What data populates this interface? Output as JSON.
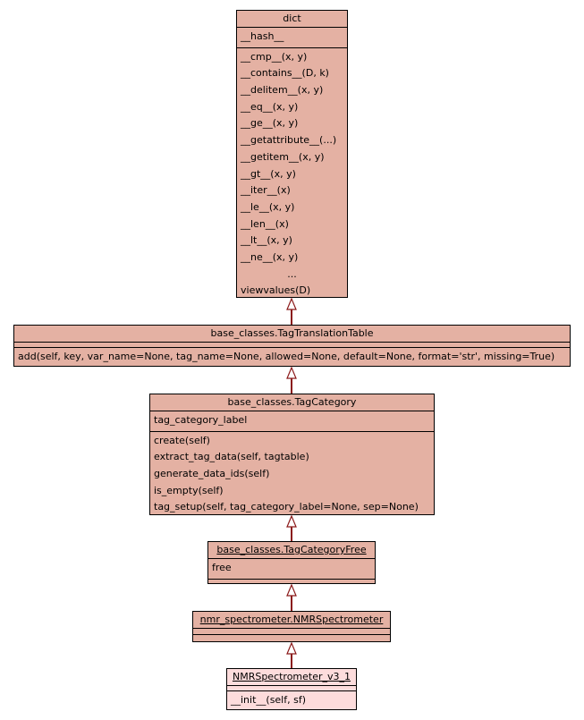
{
  "classes": {
    "dict": {
      "name": "dict",
      "attributes": [
        "__hash__"
      ],
      "operations": [
        "__cmp__(x, y)",
        "__contains__(D, k)",
        "__delitem__(x, y)",
        "__eq__(x, y)",
        "__ge__(x, y)",
        "__getattribute__(...)",
        "__getitem__(x, y)",
        "__gt__(x, y)",
        "__iter__(x)",
        "__le__(x, y)",
        "__len__(x)",
        "__lt__(x, y)",
        "__ne__(x, y)",
        "...",
        "viewvalues(D)"
      ]
    },
    "tag_translation_table": {
      "name": "base_classes.TagTranslationTable",
      "attributes": [],
      "operations": [
        "add(self, key, var_name=None, tag_name=None, allowed=None, default=None, format='str', missing=True)"
      ]
    },
    "tag_category": {
      "name": "base_classes.TagCategory",
      "attributes": [
        "tag_category_label"
      ],
      "operations": [
        "create(self)",
        "extract_tag_data(self, tagtable)",
        "generate_data_ids(self)",
        "is_empty(self)",
        "tag_setup(self, tag_category_label=None, sep=None)"
      ]
    },
    "tag_category_free": {
      "name": "base_classes.TagCategoryFree",
      "attributes": [
        "free"
      ],
      "operations": []
    },
    "nmr_spectrometer": {
      "name": "nmr_spectrometer.NMRSpectrometer",
      "attributes": [],
      "operations": []
    },
    "nmr_spectrometer_v3_1": {
      "name": "NMRSpectrometer_v3_1",
      "attributes": [],
      "operations": [
        "__init__(self, sf)"
      ]
    }
  },
  "colors": {
    "class_fill": "#e4b1a3",
    "leaf_fill": "#fddcdc",
    "edge": "#8b1a1a"
  }
}
